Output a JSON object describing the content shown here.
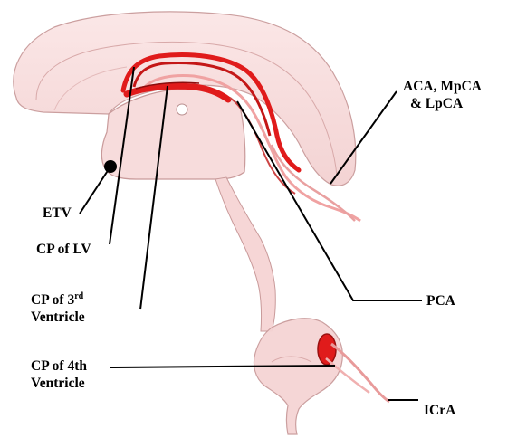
{
  "labels": {
    "aca": {
      "line1": "ACA, MpCA",
      "line2": "& LpCA"
    },
    "etv": "ETV",
    "cp_lv": "CP of LV",
    "cp_3rd": {
      "prefix": "CP of 3",
      "sup": "rd",
      "line2": "Ventricle"
    },
    "pca": "PCA",
    "cp_4th": {
      "line1": "CP of 4th",
      "line2": "Ventricle"
    },
    "icra": "ICrA"
  },
  "colors": {
    "ventricle_fill": "#f6d9d9",
    "ventricle_edge": "#c99a9a",
    "artery": "#e01b1b",
    "artery_dark": "#8c0d0d",
    "artery_light": "#f0a2a2",
    "leader": "#000000"
  }
}
